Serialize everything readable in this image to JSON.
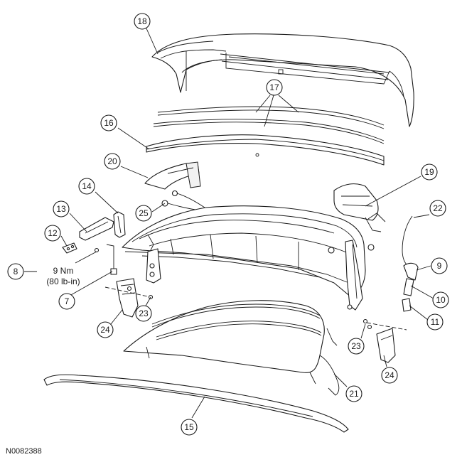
{
  "figure_code": "N0082388",
  "torque": {
    "value": "9 Nm",
    "alt_value": "(80 lb-in)"
  },
  "callouts": [
    {
      "id": "callout-18",
      "label": "18"
    },
    {
      "id": "callout-17",
      "label": "17"
    },
    {
      "id": "callout-16",
      "label": "16"
    },
    {
      "id": "callout-20",
      "label": "20"
    },
    {
      "id": "callout-19",
      "label": "19"
    },
    {
      "id": "callout-14",
      "label": "14"
    },
    {
      "id": "callout-25",
      "label": "25"
    },
    {
      "id": "callout-22",
      "label": "22"
    },
    {
      "id": "callout-13",
      "label": "13"
    },
    {
      "id": "callout-12",
      "label": "12"
    },
    {
      "id": "callout-8",
      "label": "8"
    },
    {
      "id": "callout-9",
      "label": "9"
    },
    {
      "id": "callout-7",
      "label": "7"
    },
    {
      "id": "callout-10",
      "label": "10"
    },
    {
      "id": "callout-23a",
      "label": "23"
    },
    {
      "id": "callout-11",
      "label": "11"
    },
    {
      "id": "callout-24a",
      "label": "24"
    },
    {
      "id": "callout-23b",
      "label": "23"
    },
    {
      "id": "callout-21",
      "label": "21"
    },
    {
      "id": "callout-24b",
      "label": "24"
    },
    {
      "id": "callout-15",
      "label": "15"
    }
  ]
}
